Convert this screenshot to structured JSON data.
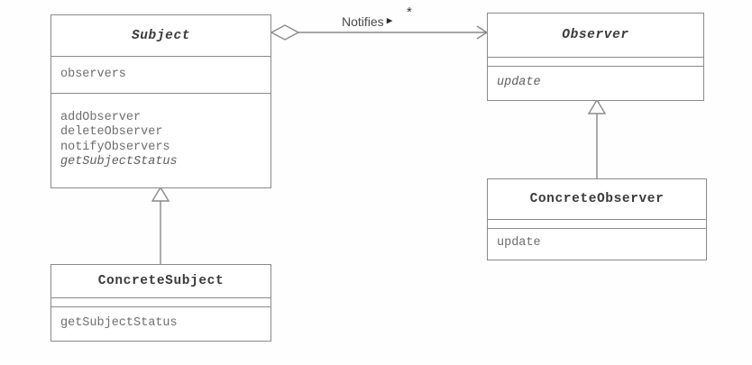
{
  "diagram": {
    "kind": "uml-class-diagram",
    "pattern_name": "Observer",
    "background_color": "#fefefe",
    "line_color": "#8a8a8a",
    "text_color": "#6e6e6e",
    "title_color": "#3b3b3b"
  },
  "classes": {
    "subject": {
      "name": "Subject",
      "is_abstract": true,
      "attributes": [
        "observers"
      ],
      "operations": [
        {
          "name": "addObserver",
          "is_abstract": false
        },
        {
          "name": "deleteObserver",
          "is_abstract": false
        },
        {
          "name": "notifyObservers",
          "is_abstract": false
        },
        {
          "name": "getSubjectStatus",
          "is_abstract": true
        }
      ]
    },
    "observer": {
      "name": "Observer",
      "is_abstract": true,
      "attributes": [],
      "operations": [
        {
          "name": "update",
          "is_abstract": true
        }
      ]
    },
    "concrete_subject": {
      "name": "ConcreteSubject",
      "is_abstract": false,
      "attributes": [],
      "operations": [
        {
          "name": "getSubjectStatus",
          "is_abstract": false
        }
      ]
    },
    "concrete_observer": {
      "name": "ConcreteObserver",
      "is_abstract": false,
      "attributes": [],
      "operations": [
        {
          "name": "update",
          "is_abstract": false
        }
      ]
    }
  },
  "relationships": {
    "notifies": {
      "type": "aggregation",
      "label": "Notifies",
      "direction_marker": "▶",
      "multiplicity_target": "*",
      "source": "Subject",
      "target": "Observer",
      "source_decoration": "hollow-diamond",
      "target_decoration": "open-arrow"
    },
    "subject_generalization": {
      "type": "generalization",
      "source": "ConcreteSubject",
      "target": "Subject",
      "target_decoration": "hollow-triangle"
    },
    "observer_generalization": {
      "type": "generalization",
      "source": "ConcreteObserver",
      "target": "Observer",
      "target_decoration": "hollow-triangle"
    }
  }
}
